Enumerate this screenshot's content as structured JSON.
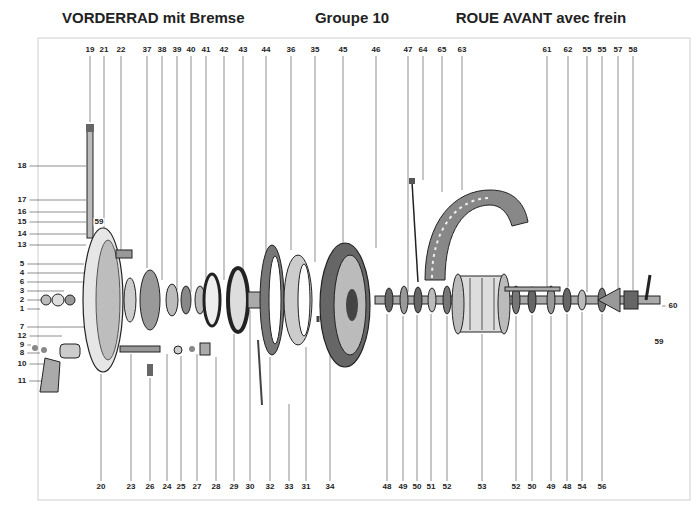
{
  "diagram": {
    "title": "VORDERRAD mit Bremse",
    "labels": [
      "Groupe 10",
      "ROUE AVANT avec frein",
      "19",
      "21",
      "22",
      "37",
      "38",
      "39",
      "40",
      "41",
      "42",
      "43",
      "44",
      "36",
      "35",
      "45",
      "46",
      "47",
      "64",
      "65",
      "63",
      "61",
      "62",
      "55",
      "55",
      "57",
      "58",
      "18",
      "17",
      "16",
      "15",
      "14",
      "13",
      "5",
      "4",
      "6",
      "3",
      "2",
      "1",
      "7",
      "12",
      "9",
      "8",
      "10",
      "11",
      "20",
      "23",
      "26",
      "24",
      "25",
      "27",
      "28",
      "29",
      "30",
      "32",
      "33",
      "31",
      "34",
      "48",
      "49",
      "50",
      "51",
      "52",
      "53",
      "52",
      "50",
      "49",
      "48",
      "54",
      "56",
      "60",
      "59",
      "59"
    ]
  }
}
